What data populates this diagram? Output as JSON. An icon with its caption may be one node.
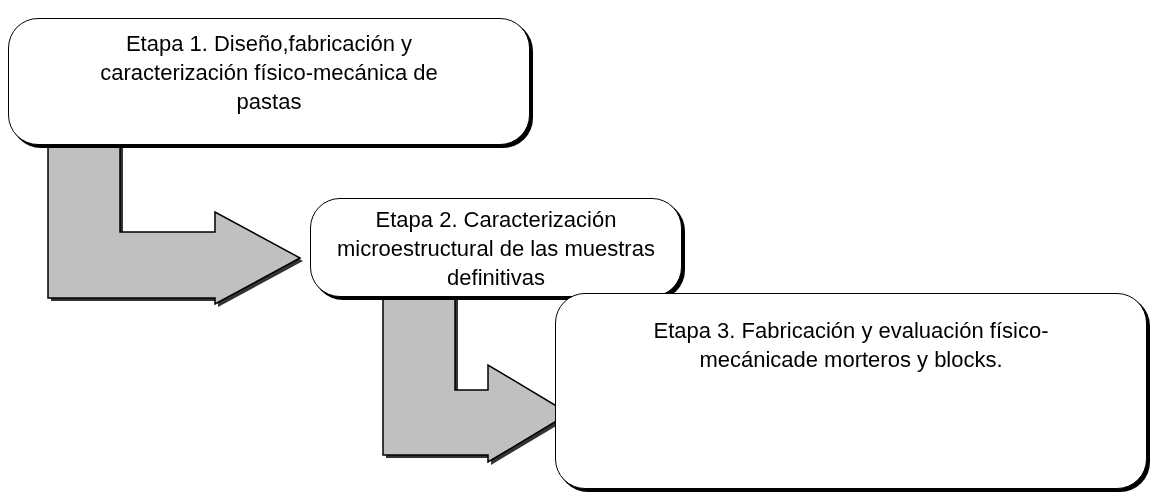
{
  "diagram": {
    "nodes": [
      {
        "text": [
          "Etapa 1. Diseño,fabricación y caracterización físico-mecánica de pastas"
        ]
      },
      {
        "text": [
          "Etapa 2. Caracterización microestructural de las muestras definitivas"
        ]
      },
      {
        "text": [
          "Etapa 3. Fabricación y evaluación físico-mecánicade morteros y blocks."
        ]
      }
    ],
    "edges": [
      {
        "from": 0,
        "to": 1,
        "arrow": "to"
      },
      {
        "from": 1,
        "to": 2,
        "arrow": "to"
      }
    ]
  }
}
